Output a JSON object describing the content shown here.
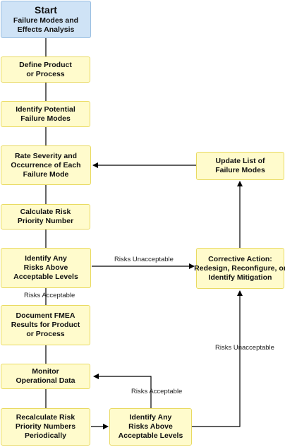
{
  "nodes": {
    "start": {
      "title": "Start",
      "lines": [
        "Failure Modes and",
        "Effects Analysis"
      ]
    },
    "define": {
      "lines": [
        "Define Product",
        "or Process"
      ]
    },
    "identify_failure": {
      "lines": [
        "Identify Potential",
        "Failure Modes"
      ]
    },
    "rate": {
      "lines": [
        "Rate Severity and",
        "Occurrence of Each",
        "Failure Mode"
      ]
    },
    "calculate": {
      "lines": [
        "Calculate Risk",
        "Priority Number"
      ]
    },
    "identify_risks": {
      "lines": [
        "Identify Any",
        "Risks Above",
        "Acceptable Levels"
      ]
    },
    "document": {
      "lines": [
        "Document FMEA",
        "Results for Product",
        "or Process"
      ]
    },
    "monitor": {
      "lines": [
        "Monitor",
        "Operational Data"
      ]
    },
    "recalculate": {
      "lines": [
        "Recalculate Risk",
        "Priority Numbers",
        "Periodically"
      ]
    },
    "identify_risks_2": {
      "lines": [
        "Identify Any",
        "Risks Above",
        "Acceptable Levels"
      ]
    },
    "update": {
      "lines": [
        "Update List of",
        "Failure Modes"
      ]
    },
    "corrective": {
      "lines": [
        "Corrective Action:",
        "Redesign, Reconfigure, or",
        "Identify Mitigation"
      ]
    }
  },
  "edge_labels": {
    "risks_unacceptable_1": "Risks Unacceptable",
    "risks_acceptable_1": "Risks Acceptable",
    "risks_acceptable_2": "Risks Acceptable",
    "risks_unacceptable_2": "Risks Unacceptable"
  },
  "colors": {
    "box_fill": "#fffbcc",
    "box_border": "#e9da62",
    "start_fill": "#cfe3f6",
    "start_border": "#9bbfe2",
    "line": "#000000"
  }
}
